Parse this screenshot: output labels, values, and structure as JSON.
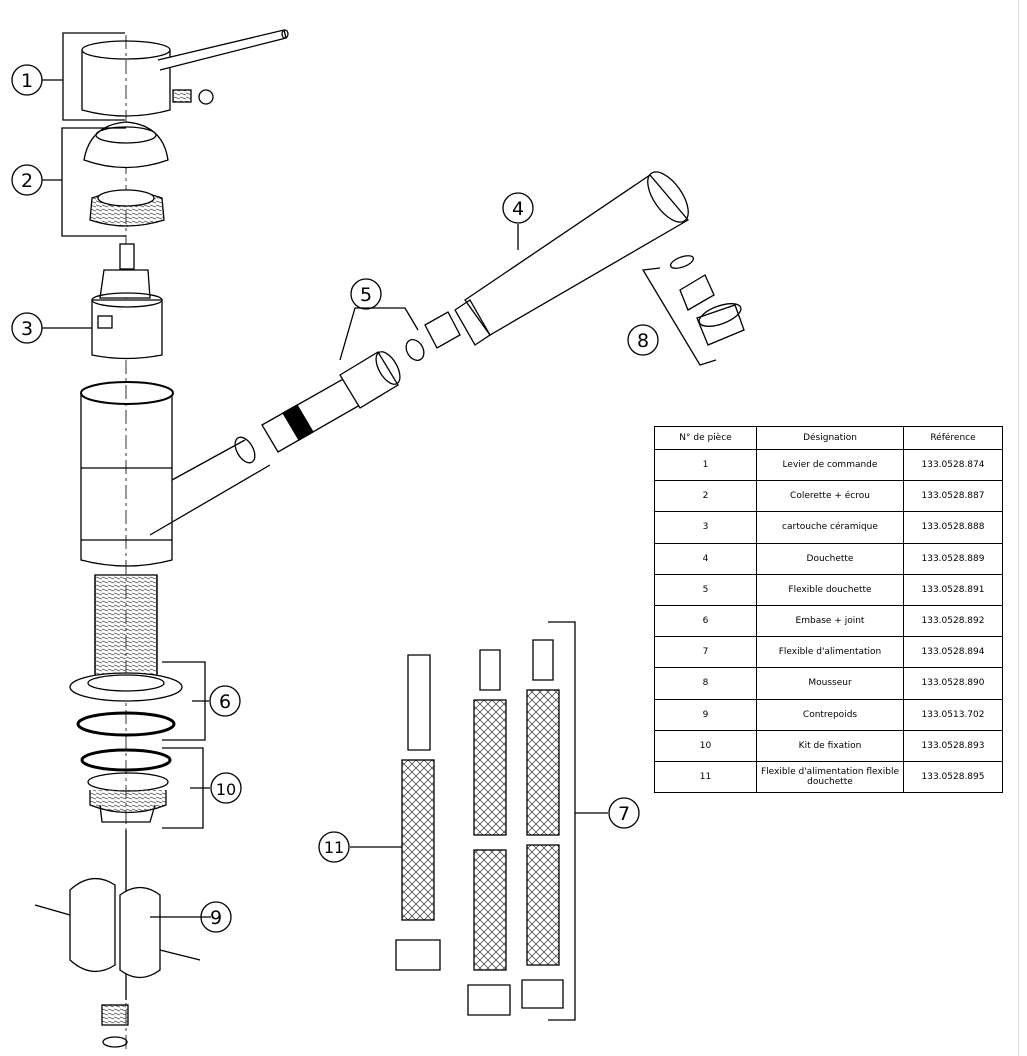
{
  "callouts": [
    "1",
    "2",
    "3",
    "4",
    "5",
    "6",
    "7",
    "8",
    "9",
    "10",
    "11"
  ],
  "table": {
    "headers": [
      "N° de pièce",
      "Désignation",
      "Référence"
    ],
    "rows": [
      {
        "num": "1",
        "designation": "Levier de commande",
        "reference": "133.0528.874"
      },
      {
        "num": "2",
        "designation": "Colerette + écrou",
        "reference": "133.0528.887"
      },
      {
        "num": "3",
        "designation": "cartouche céramique",
        "reference": "133.0528.888"
      },
      {
        "num": "4",
        "designation": "Douchette",
        "reference": "133.0528.889"
      },
      {
        "num": "5",
        "designation": "Flexible douchette",
        "reference": "133.0528.891"
      },
      {
        "num": "6",
        "designation": "Embase + joint",
        "reference": "133.0528.892"
      },
      {
        "num": "7",
        "designation": "Flexible d'alimentation",
        "reference": "133.0528.894"
      },
      {
        "num": "8",
        "designation": "Mousseur",
        "reference": "133.0528.890"
      },
      {
        "num": "9",
        "designation": "Contrepoids",
        "reference": "133.0513.702"
      },
      {
        "num": "10",
        "designation": "Kit de fixation",
        "reference": "133.0528.893"
      },
      {
        "num": "11",
        "designation": "Flexible d'alimentation flexible douchette",
        "reference": "133.0528.895"
      }
    ]
  }
}
